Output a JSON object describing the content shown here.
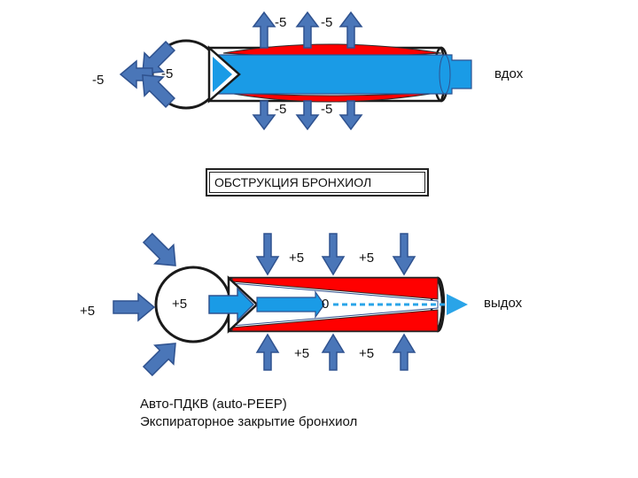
{
  "top": {
    "labels": {
      "top_left": "-5",
      "top_right": "-5",
      "bottom_left": "-5",
      "bottom_right": "-5",
      "outside": "-5",
      "inside": "-5",
      "flow": "вдох"
    }
  },
  "title": "ОБСТРУКЦИЯ БРОНХИОЛ",
  "bottom": {
    "labels": {
      "top_left": "+5",
      "top_right": "+5",
      "bottom_left": "+5",
      "bottom_right": "+5",
      "outside": "+5",
      "inside": "+5",
      "center": "0",
      "flow": "выдох"
    }
  },
  "caption": {
    "line1": "Авто-ПДКВ (auto-PEEP)",
    "line2": "Экспираторное закрытие бронхиол"
  },
  "colors": {
    "arrow_fill": "#4a76b8",
    "arrow_stroke": "#2f528f",
    "wall": "#ff0000",
    "airflow": "#1a9be6",
    "airflow_dashed": "#2aa4e8",
    "outline": "#1a1a1a"
  }
}
